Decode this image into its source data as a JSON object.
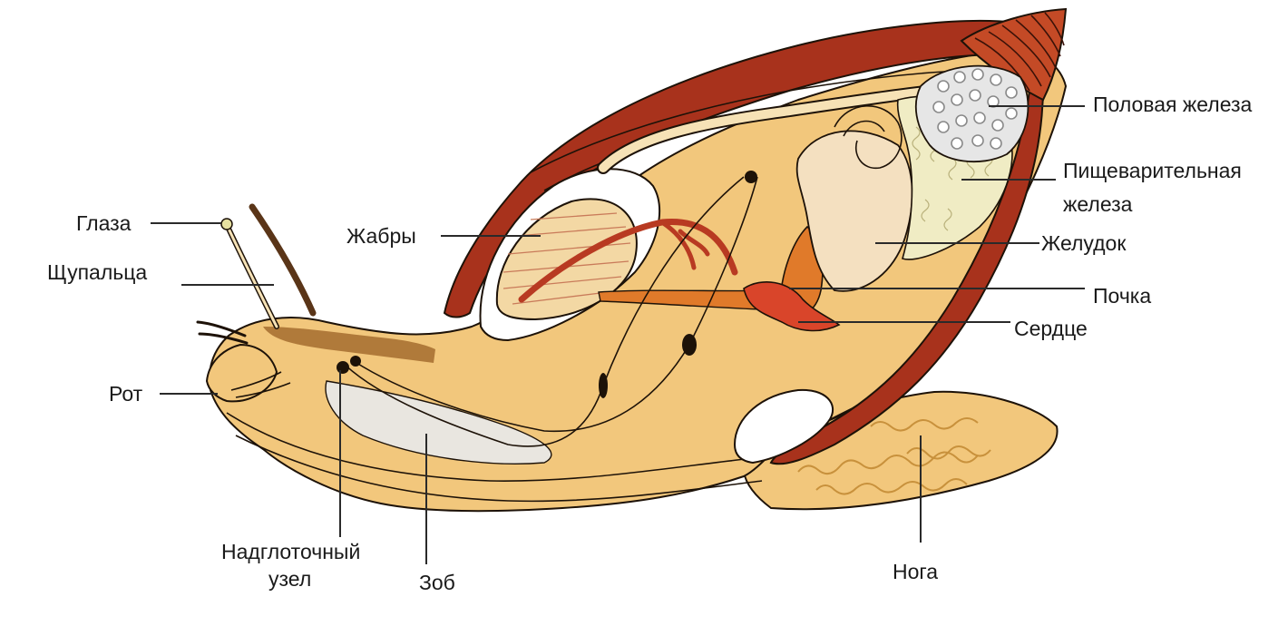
{
  "labels": {
    "eyes": "Глаза",
    "tentacles": "Щупальца",
    "mouth": "Рот",
    "ganglion_line1": "Надглоточный",
    "ganglion_line2": "узел",
    "crop": "Зоб",
    "gills": "Жабры",
    "gonad": "Половая железа",
    "digestive_gland_line1": "Пищеварительная",
    "digestive_gland_line2": "железа",
    "stomach": "Желудок",
    "kidney": "Почка",
    "heart": "Сердце",
    "foot": "Нога"
  },
  "colors": {
    "body": "#f2c77c",
    "shell": "#a8321c",
    "mantle_cavity": "#ffffff",
    "foot_texture": "#c8913c",
    "kidney": "#e07a2a",
    "heart": "#d9452a",
    "stomach": "#f4e0c0",
    "gonad": "#e6e6e6",
    "digestive_gland": "#f0ecc4",
    "crop": "#e9e6e0",
    "gill": "#f3d8a4"
  }
}
